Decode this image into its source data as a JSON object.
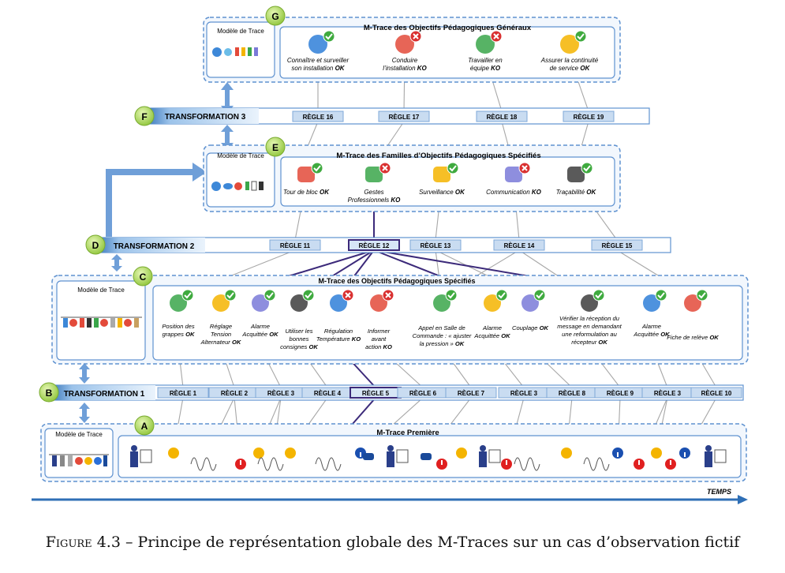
{
  "model_label": "Modèle de Trace",
  "levels": {
    "G": {
      "badge": "G",
      "title": "M-Trace des Objectifs Pédagogiques Généraux"
    },
    "E": {
      "badge": "E",
      "title": "M-Trace des Familles d’Objectifs Pédagogiques Spécifiés"
    },
    "C": {
      "badge": "C",
      "title": "M-Trace des Objectifs Pédagogiques Spécifiés"
    },
    "A": {
      "badge": "A",
      "title": "M-Trace Première"
    }
  },
  "transformations": {
    "F": {
      "badge": "F",
      "label": "TRANSFORMATION 3",
      "rules": [
        "RÈGLE 16",
        "RÈGLE 17",
        "RÈGLE 18",
        "RÈGLE 19"
      ]
    },
    "D": {
      "badge": "D",
      "label": "TRANSFORMATION 2",
      "rules": [
        "RÈGLE 11",
        "RÈGLE 12",
        "RÈGLE 13",
        "RÈGLE 14",
        "RÈGLE 15"
      ]
    },
    "B": {
      "badge": "B",
      "label": "TRANSFORMATION 1",
      "rules": [
        "RÈGLE 1",
        "RÈGLE 2",
        "RÈGLE 3",
        "RÈGLE 4",
        "RÈGLE 5",
        "RÈGLE 6",
        "RÈGLE 7",
        "RÈGLE 3",
        "RÈGLE 8",
        "RÈGLE 9",
        "RÈGLE 3",
        "RÈGLE 10"
      ]
    }
  },
  "g_items": [
    {
      "lines": [
        "Connaître et surveiller",
        "son installation"
      ],
      "status": "OK"
    },
    {
      "lines": [
        "Conduire",
        "l’installation"
      ],
      "status": "KO"
    },
    {
      "lines": [
        "Travailler en",
        "équipe"
      ],
      "status": "KO"
    },
    {
      "lines": [
        "Assurer la continuité",
        "de service"
      ],
      "status": "OK"
    }
  ],
  "e_items": [
    {
      "lines": [
        "Tour de bloc"
      ],
      "status": "OK"
    },
    {
      "lines": [
        "Gestes",
        "Professionnels"
      ],
      "status": "KO"
    },
    {
      "lines": [
        "Surveillance"
      ],
      "status": "OK"
    },
    {
      "lines": [
        "Communication"
      ],
      "status": "KO"
    },
    {
      "lines": [
        "Traçabilité"
      ],
      "status": "OK"
    }
  ],
  "c_items": [
    {
      "lines": [
        "Position des",
        "grappes"
      ],
      "status": "OK"
    },
    {
      "lines": [
        "Réglage",
        "Tension",
        "Alternateur"
      ],
      "status": "OK"
    },
    {
      "lines": [
        "Alarme",
        "Acquittée"
      ],
      "status": "OK"
    },
    {
      "lines": [
        "Utiliser les",
        "bonnes",
        "consignes"
      ],
      "status": "OK"
    },
    {
      "lines": [
        "Régulation",
        "Température"
      ],
      "status": "KO"
    },
    {
      "lines": [
        "Informer",
        "avant",
        "action"
      ],
      "status": "KO"
    },
    {
      "lines": [
        "Appel en Salle de",
        "Commande : « ajuster",
        "la pression »"
      ],
      "status": "OK"
    },
    {
      "lines": [
        "Alarme",
        "Acquittée"
      ],
      "status": "OK"
    },
    {
      "lines": [
        "Couplage"
      ],
      "status": "OK"
    },
    {
      "lines": [
        "Vérifier la réception du",
        "message en demandant",
        "une reformulation au",
        "récepteur"
      ],
      "status": "OK"
    },
    {
      "lines": [
        "Alarme",
        "Acquittée"
      ],
      "status": "OK"
    },
    {
      "lines": [
        "Fiche de relève"
      ],
      "status": "OK"
    }
  ],
  "timeline_label": "TEMPS",
  "caption": {
    "prefix": "Figure 4.3",
    "text": " – Principe de représentation globale des M-Traces sur un cas d’observation fictif"
  }
}
